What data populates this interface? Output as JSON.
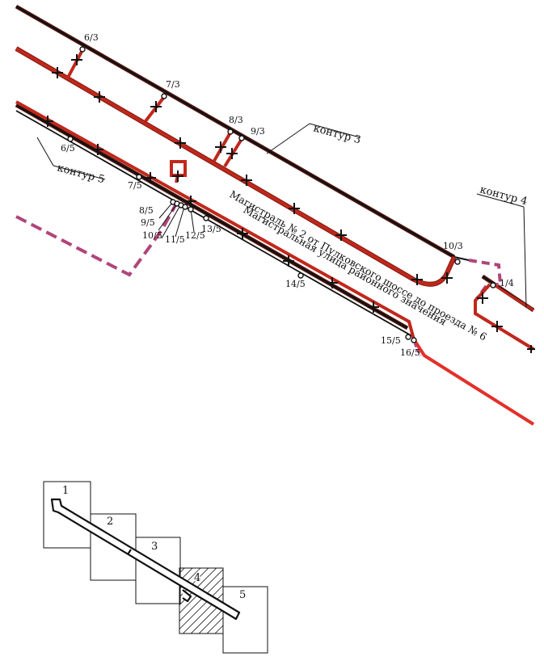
{
  "colors": {
    "pipe": "#c0281c",
    "pipe_dark": "#8e1f14",
    "pipe_bright": "#e3302a",
    "boundary": "#111111",
    "dashed": "#b0457a",
    "marker": "#111111"
  },
  "points": {
    "p6_3": "6/3",
    "p7_3": "7/3",
    "p8_3": "8/3",
    "p9_3": "9/3",
    "p10_3": "10/3",
    "p1_4": "1/4",
    "p6_5": "6/5",
    "p7_5": "7/5",
    "p8_5": "8/5",
    "p9_5": "9/5",
    "p10_5": "10/5",
    "p11_5": "11/5",
    "p12_5": "12/5",
    "p13_5": "13/5",
    "p14_5": "14/5",
    "p15_5": "15/5",
    "p16_5": "16/5"
  },
  "contours": {
    "c3": "контур 3",
    "c4": "контур 4",
    "c5": "контур 5"
  },
  "street": {
    "line1": "Магистраль № 2 от Пулковского шоссе до проезда № 6",
    "line2": "Магистральная улица районного значения"
  },
  "key_map": {
    "sheets": [
      "1",
      "2",
      "3",
      "4",
      "5"
    ],
    "highlighted_sheet": "4"
  }
}
